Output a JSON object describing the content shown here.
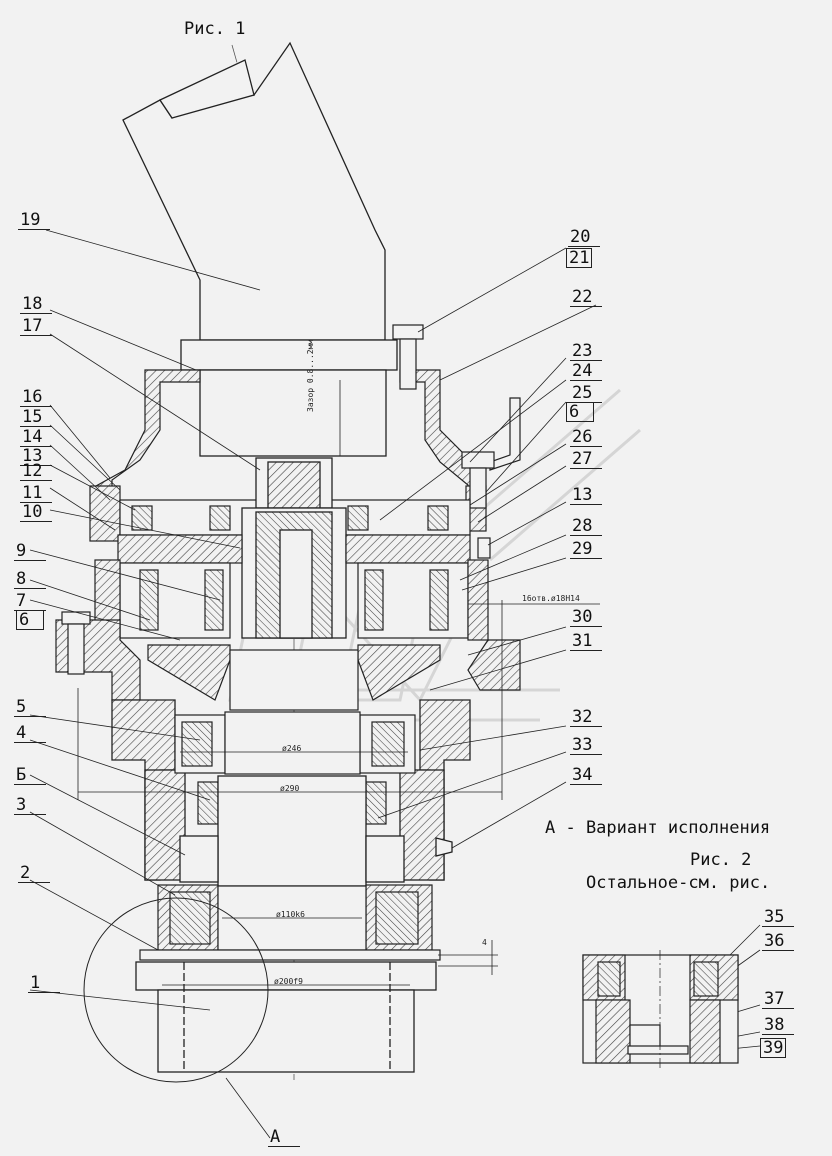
{
  "title": "Рис. 1",
  "variant_note": {
    "line1": "А - Вариант исполнения",
    "line2": "Рис. 2",
    "line3": "Остальное-см. рис."
  },
  "dimensions": {
    "d246": "ø246",
    "d290": "ø290",
    "d110": "ø110k6",
    "d200": "ø200f9",
    "holes": "16отв.ø18H14",
    "gap": "Зазор 0.8...2мм",
    "four": "4"
  },
  "callouts": {
    "n19": "19",
    "n20": "20",
    "n21": "21",
    "n22": "22",
    "n18": "18",
    "n17": "17",
    "n23": "23",
    "n24": "24",
    "n25": "25",
    "n6a": "6",
    "n16": "16",
    "n15": "15",
    "n14": "14",
    "n26": "26",
    "n13a": "13",
    "n12": "12",
    "n27": "27",
    "n11": "11",
    "n13b": "13",
    "n10": "10",
    "n28": "28",
    "n29": "29",
    "n9": "9",
    "n8": "8",
    "n7": "7",
    "n6b": "6",
    "n30": "30",
    "n31": "31",
    "n5": "5",
    "n32": "32",
    "n4": "4",
    "n33": "33",
    "nB": "Б",
    "n34": "34",
    "n3": "3",
    "n2": "2",
    "n1": "1",
    "nA": "А",
    "n35": "35",
    "n36": "36",
    "n37": "37",
    "n38": "38",
    "n39": "39"
  }
}
